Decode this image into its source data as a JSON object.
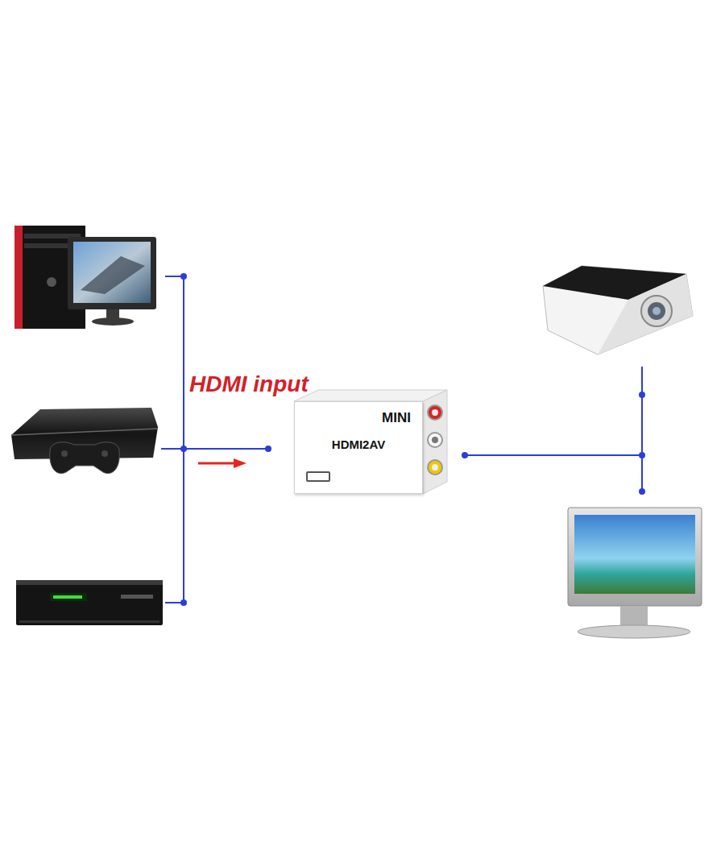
{
  "diagram": {
    "nodes": [
      {
        "text": [
          "MINI",
          "HDMI2AV"
        ]
      }
    ],
    "labels": [
      "HDMI input"
    ]
  }
}
